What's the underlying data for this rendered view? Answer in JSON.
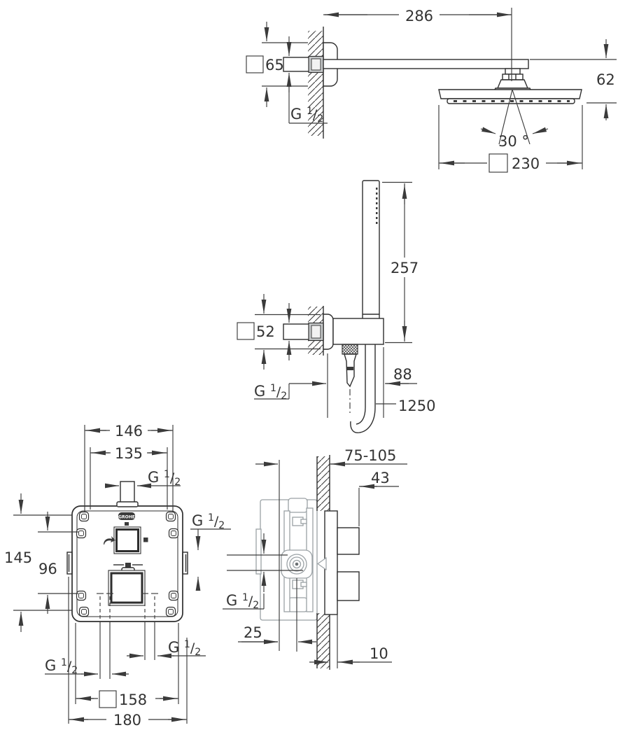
{
  "brand": {
    "logo_text": "GROHE"
  },
  "thread": {
    "prefix": "G",
    "numerator": "1",
    "slash": "/",
    "denominator": "2"
  },
  "head_shower": {
    "arm_length": "286",
    "flange_size": "65",
    "drop_height": "62",
    "swivel_angle": "30 °",
    "head_size": "230"
  },
  "hand_shower": {
    "shower_length": "257",
    "flange_size": "52",
    "hook_offset": "88",
    "hose_length": "1250"
  },
  "mixer_front": {
    "hole_span_outer": "146",
    "hole_span_inner": "135",
    "hole_height_outer": "145",
    "hole_height_inner": "96",
    "plate_size": "158",
    "body_width": "180"
  },
  "mixer_side": {
    "install_depth_range": "75-105",
    "handle_depth": "43",
    "center_depth": "25",
    "wall_offset": "10"
  }
}
